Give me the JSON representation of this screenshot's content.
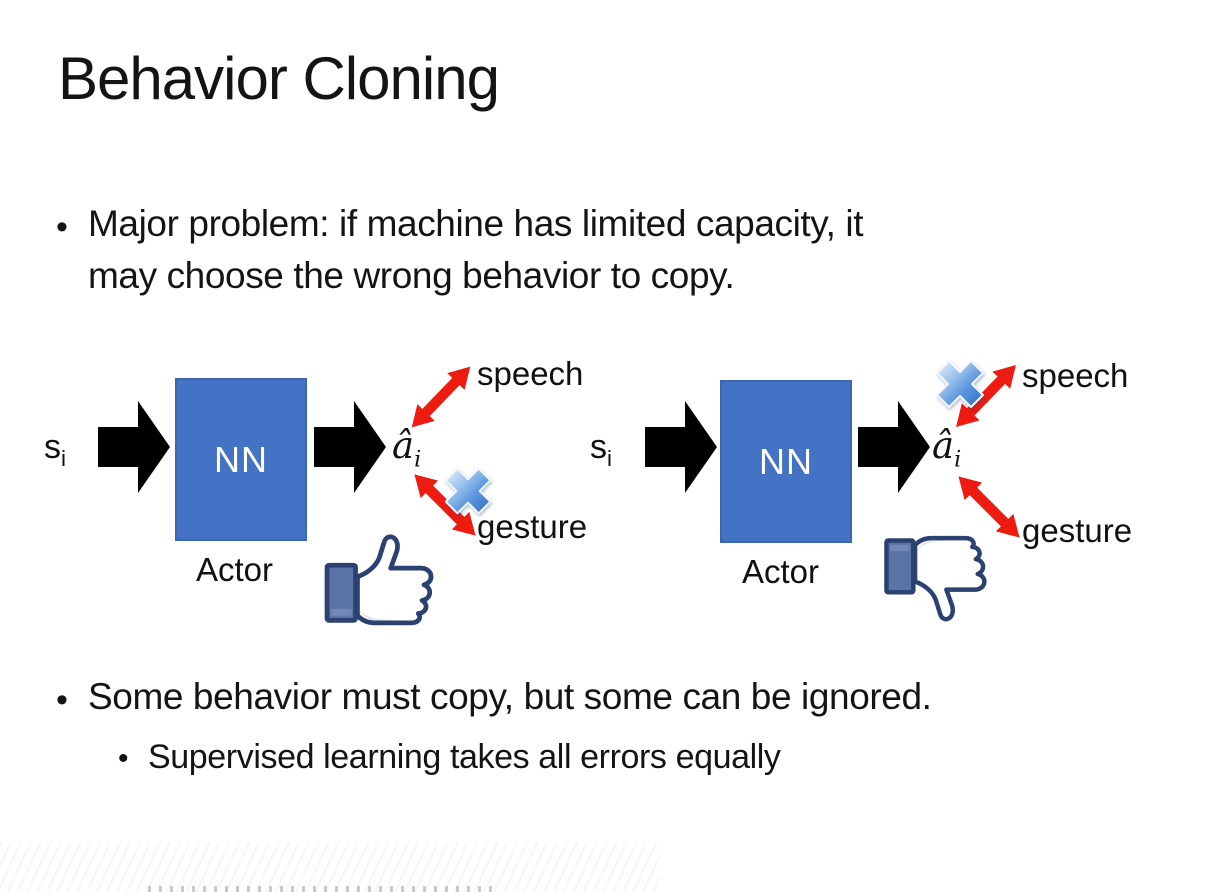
{
  "slide": {
    "title": "Behavior Cloning",
    "bullet_marker": "•",
    "bullet1_line1": "Major problem: if machine has limited capacity, it",
    "bullet1_line2": "may choose the wrong behavior to copy.",
    "bullet2": "Some behavior must copy, but some can be ignored.",
    "bullet2_sub": "Supervised learning takes all errors equally"
  },
  "diagram": {
    "input_label_base": "s",
    "input_label_sub": "i",
    "network_label": "NN",
    "actor_label": "Actor",
    "output_label_base": "â",
    "output_label_sub": "i",
    "speech_label": "speech",
    "gesture_label": "gesture",
    "left_feedback_icon": "thumbs-up",
    "right_feedback_icon": "thumbs-down",
    "left_crossed_out": "gesture",
    "right_crossed_out": "speech"
  },
  "colors": {
    "background": "#ffffff",
    "text": "#141414",
    "nn_box_fill": "#4472C4",
    "nn_box_border": "#3E66AD",
    "nn_text": "#ffffff",
    "flow_arrow_black": "#000000",
    "relation_arrow_red": "#ED1B10",
    "cross_blue": "#4A86D8",
    "thumb_outline": "#2B4170",
    "thumb_cuff_fill": "#5B74A8"
  }
}
